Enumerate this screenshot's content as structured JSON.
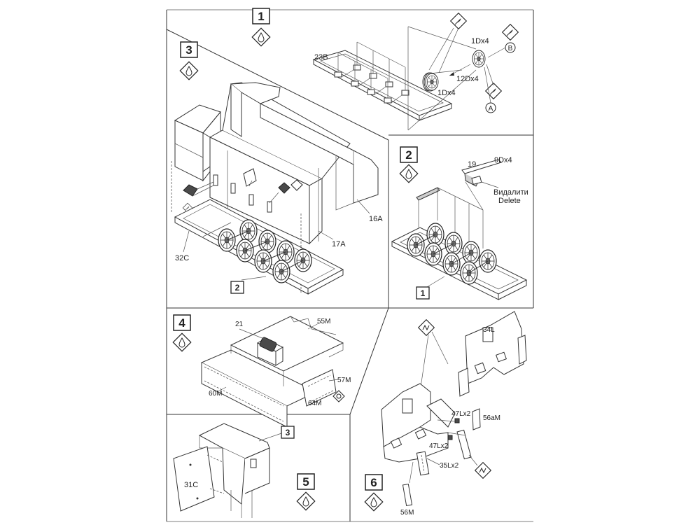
{
  "steps": {
    "s1": {
      "number": "1"
    },
    "s2": {
      "number": "2"
    },
    "s3": {
      "number": "3"
    },
    "s4": {
      "number": "4"
    },
    "s5": {
      "number": "5"
    },
    "s6": {
      "number": "6"
    }
  },
  "refs": {
    "step2_base_ref": "1",
    "step3_base_ref": "2",
    "step5_body_ref": "3"
  },
  "parts": {
    "p23B": "23B",
    "p1Dx4_top": "1Dx4",
    "p12Dx4": "12Dx4",
    "p1Dx4_bottom": "1Dx4",
    "marker_b": "B",
    "marker_a": "A",
    "p19": "19",
    "p9Dx4": "9Dx4",
    "delete_ua": "Видалити",
    "delete_en": "Delete",
    "p16A": "16A",
    "p17A": "17A",
    "p32C": "32C",
    "p21": "21",
    "p55M": "55M",
    "p57M": "57M",
    "p60M": "60M",
    "p64M": "64M",
    "p34L": "34L",
    "p47Lx2_a": "47Lx2",
    "p47Lx2_b": "47Lx2",
    "p56aM": "56aM",
    "p35Lx2": "35Lx2",
    "p56M": "56M",
    "p31C": "31C"
  },
  "icons": {
    "glue": "glue-drop-icon",
    "pe": "photo-etch-icon",
    "knife": "knife-icon",
    "cut": "cut-icon"
  }
}
